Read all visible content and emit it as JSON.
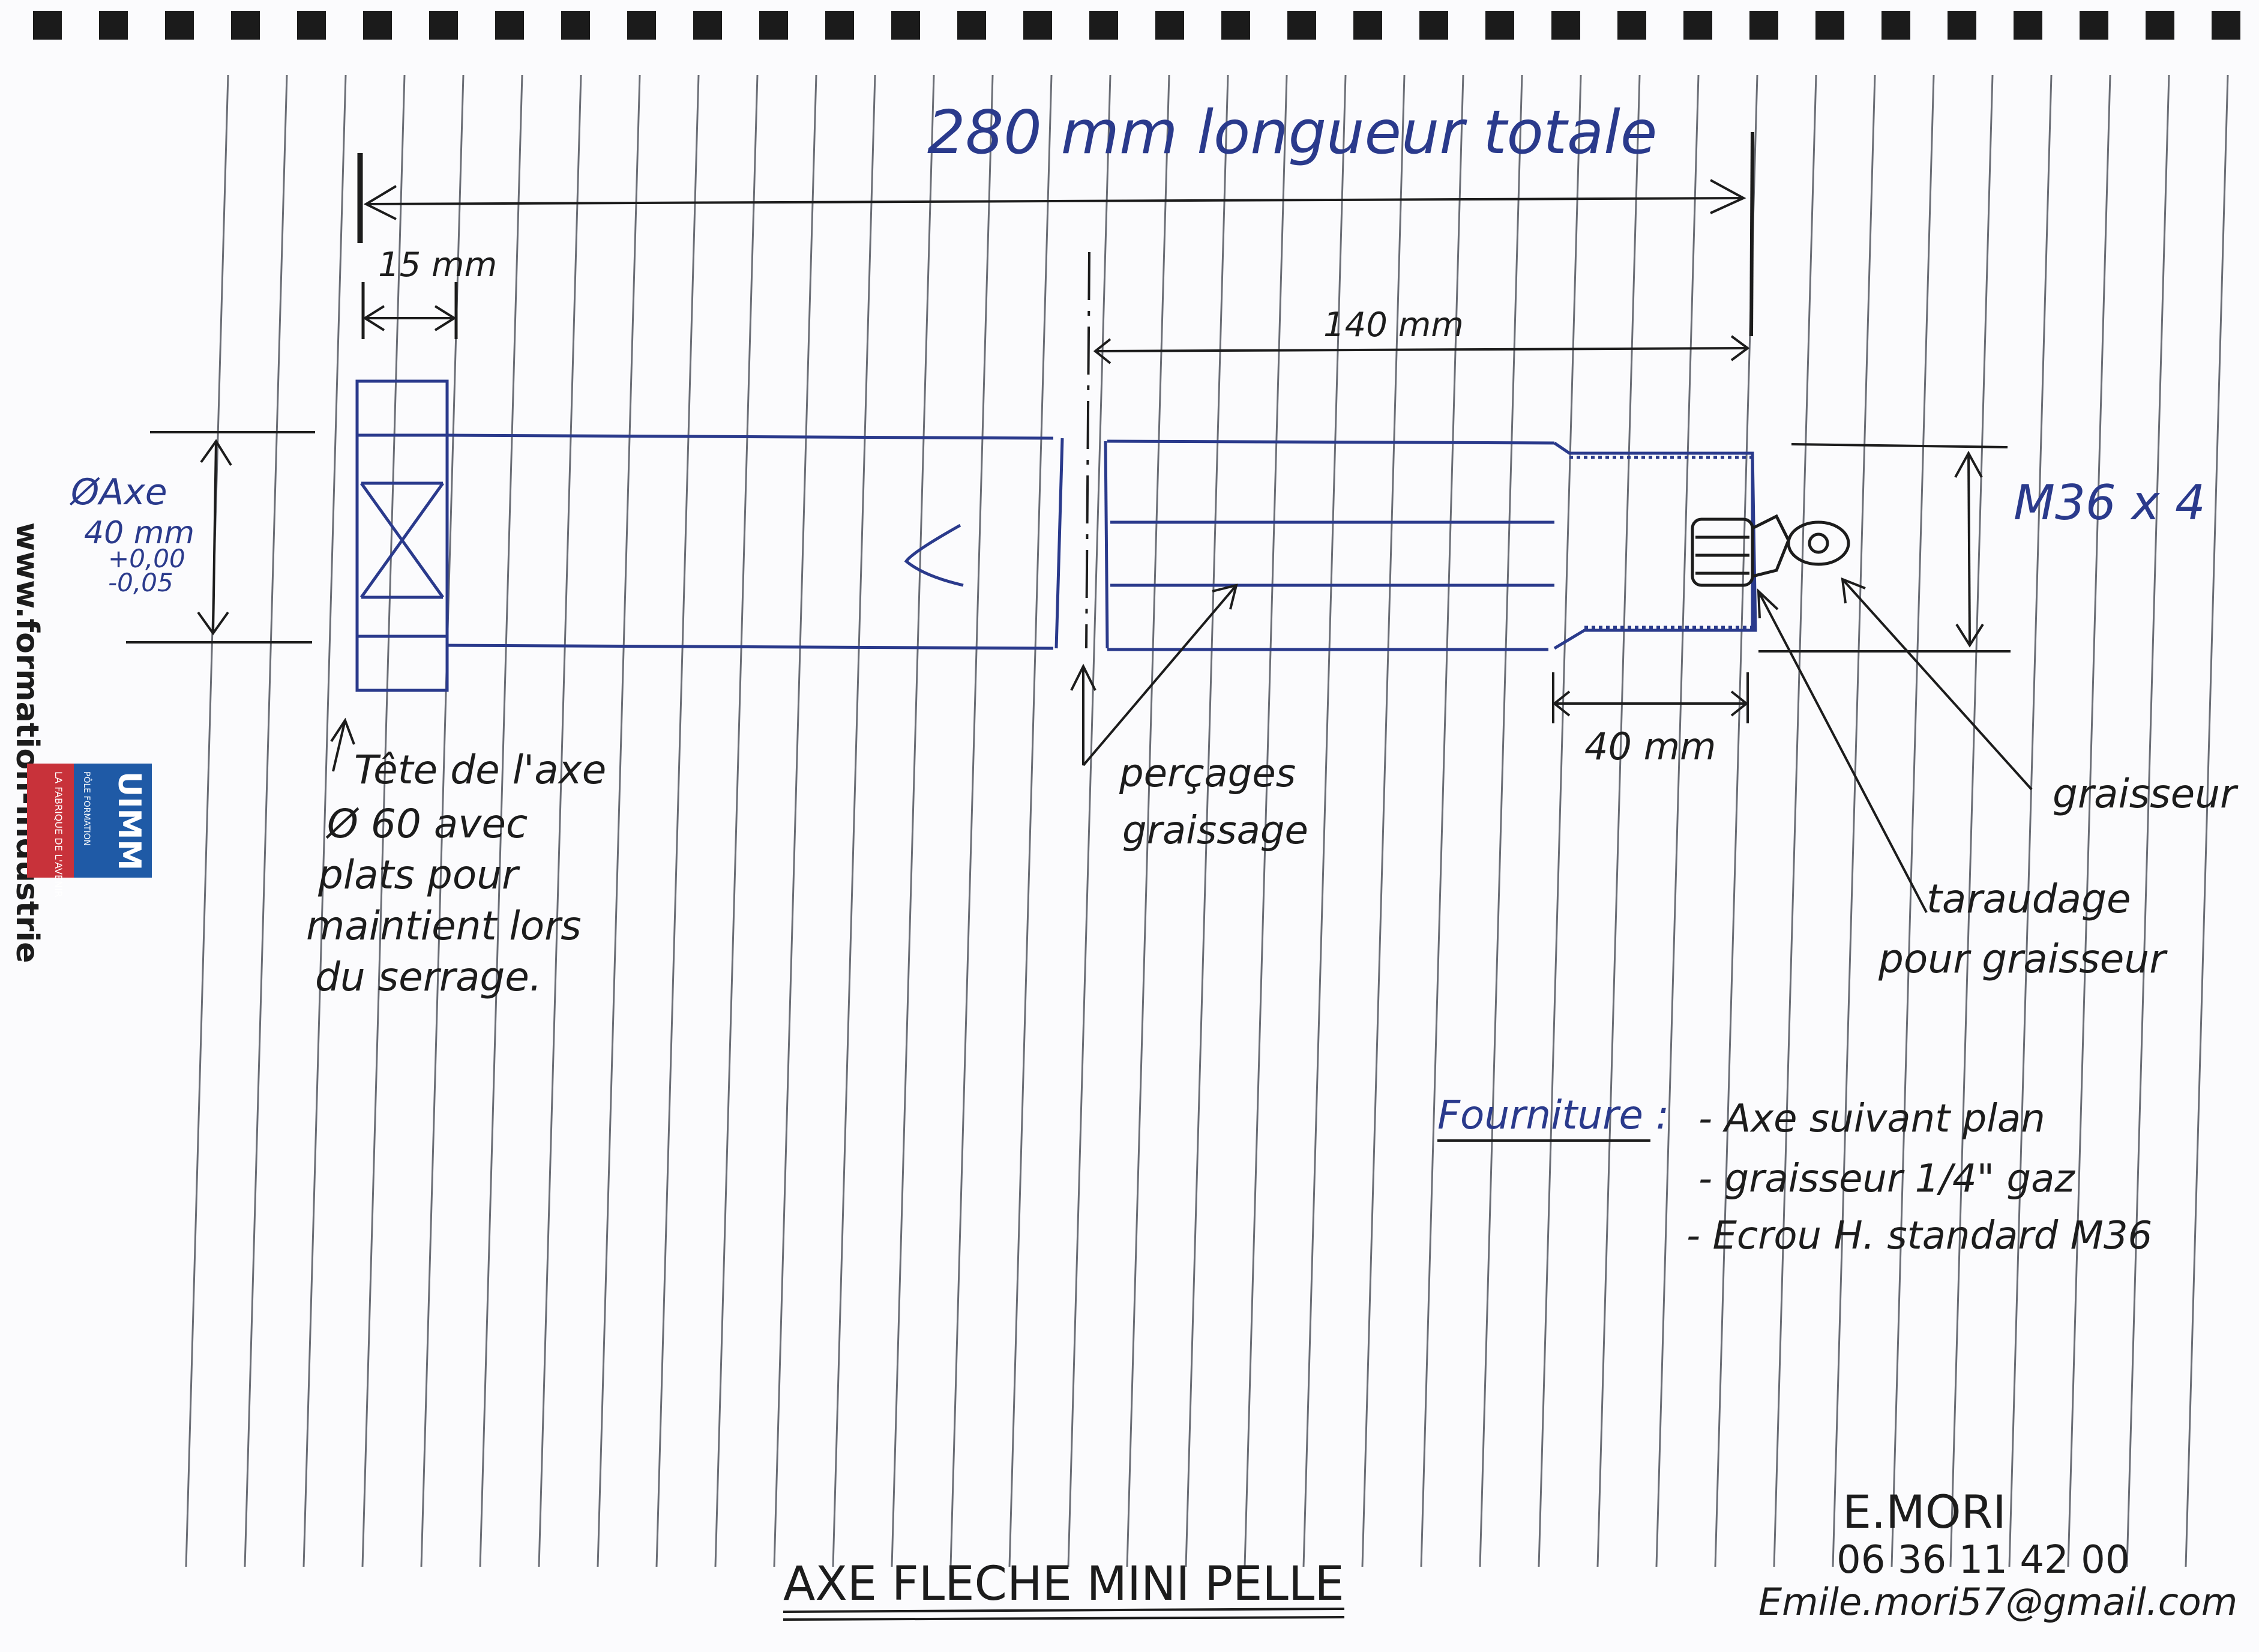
{
  "drawing": {
    "total_length": "280 mm longueur totale",
    "head_width": "15 mm",
    "half_length": "140 mm",
    "thread_length": "40 mm",
    "thread_spec": "M36 x 4",
    "axis_diameter": [
      "ØAxe",
      "40 mm",
      "+0,00",
      "-0,05"
    ],
    "head_note": [
      "Tête de l'axe",
      "Ø 60 avec",
      "plats pour",
      "maintient lors",
      "du serrage."
    ],
    "grease_holes": [
      "perçages",
      "graissage"
    ],
    "grease_fitting": "graisseur",
    "tapping": [
      "taraudage",
      "pour graisseur"
    ]
  },
  "supplies": {
    "heading": "Fourniture :",
    "items": [
      "- Axe suivant plan",
      "- graisseur 1/4\" gaz",
      "- Ecrou H. standard M36"
    ]
  },
  "title": "AXE FLECHE MINI PELLE",
  "author": {
    "name": "E.MORI",
    "phone": "06 36 11 42 00",
    "email": "Emile.mori57@gmail.com"
  },
  "edge": {
    "website": "www.formation-industrie",
    "logo": [
      "UIMM",
      "PÔLE FORMATION",
      "LA FABRIQUE DE L'AVENIR"
    ]
  },
  "colors": {
    "paper": "#fbfbfd",
    "ink_blue": "#2a3a8c",
    "ink_black": "#1c1c1c",
    "rule": "#6b6e76",
    "logo_blue": "#1f5aa6",
    "logo_red": "#c8323a"
  }
}
